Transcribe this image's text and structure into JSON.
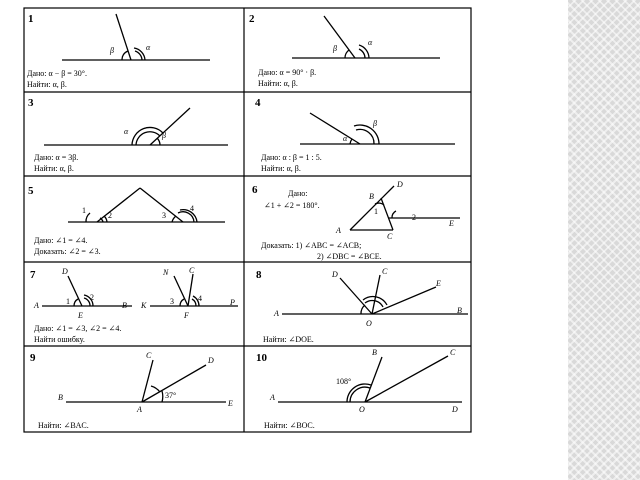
{
  "problems": [
    {
      "num": "1",
      "given": "Дано: α − β = 30°.",
      "find": "Найти: α, β.",
      "alpha": "α",
      "beta": "β"
    },
    {
      "num": "2",
      "given": "Дано: α = 90° · β.",
      "find": "Найти: α, β.",
      "alpha": "α",
      "beta": "β"
    },
    {
      "num": "3",
      "given": "Дано: α = 3β.",
      "find": "Найти: α, β.",
      "alpha": "α",
      "beta": "β"
    },
    {
      "num": "4",
      "given": "Дано: α : β = 1 : 5.",
      "find": "Найти: α, β.",
      "alpha": "α",
      "beta": "β"
    },
    {
      "num": "5",
      "given": "Дано: ∠1 = ∠4.",
      "find": "Доказать: ∠2 = ∠3.",
      "l1": "1",
      "l2": "2",
      "l3": "3",
      "l4": "4"
    },
    {
      "num": "6",
      "given_h": "Дано:",
      "given": "∠1 + ∠2 = 180°.",
      "prove1": "Доказать: 1) ∠ABC = ∠ACB;",
      "prove2": "2) ∠DBC = ∠BCE.",
      "A": "A",
      "B": "B",
      "C": "C",
      "D": "D",
      "E": "E",
      "l1": "1",
      "l2": "2"
    },
    {
      "num": "7",
      "given": "Дано: ∠1 = ∠3, ∠2 = ∠4.",
      "find": "Найти ошибку.",
      "A": "A",
      "B": "B",
      "D": "D",
      "E": "E",
      "K": "K",
      "N": "N",
      "C": "C",
      "F": "F",
      "P": "P",
      "l1": "1",
      "l2": "2",
      "l3": "3",
      "l4": "4"
    },
    {
      "num": "8",
      "find": "Найти: ∠DOE.",
      "A": "A",
      "B": "B",
      "C": "C",
      "D": "D",
      "E": "E",
      "O": "O"
    },
    {
      "num": "9",
      "find": "Найти: ∠BAC.",
      "A": "A",
      "B": "B",
      "C": "C",
      "D": "D",
      "E": "E",
      "angle": "37°"
    },
    {
      "num": "10",
      "find": "Найти: ∠BOC.",
      "A": "A",
      "B": "B",
      "C": "C",
      "D": "D",
      "O": "O",
      "angle": "108°"
    }
  ]
}
